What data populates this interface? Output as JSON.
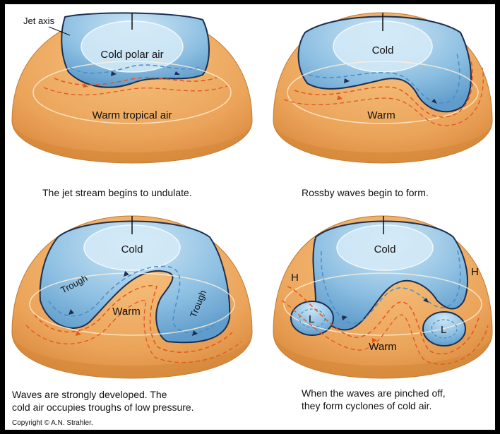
{
  "panels": [
    {
      "cold_label": "Cold polar air",
      "warm_label": "Warm tropical air",
      "caption_lines": [
        "The jet stream begins to undulate."
      ],
      "extra_label": "Jet axis"
    },
    {
      "cold_label": "Cold",
      "warm_label": "Warm",
      "caption_lines": [
        "Rossby waves begin to form."
      ]
    },
    {
      "cold_label": "Cold",
      "warm_label": "Warm",
      "trough_label": "Trough",
      "caption_lines": [
        "Waves are strongly developed.  The",
        "cold air occupies troughs of low pressure."
      ]
    },
    {
      "cold_label": "Cold",
      "warm_label": "Warm",
      "high_label": "H",
      "low_label": "L",
      "caption_lines": [
        "When the waves are pinched off,",
        "they form cyclones of cold air."
      ]
    }
  ],
  "copyright": "Copyright © A.N. Strahler.",
  "colors": {
    "warm": "#eba45a",
    "warm_shade": "#d98a3e",
    "cold": "#7db4da",
    "cold_light": "#c8e3f4",
    "jet_dark": "#1c2e52",
    "jet_blue": "#4a8cc8",
    "jet_orange": "#e2561c"
  }
}
